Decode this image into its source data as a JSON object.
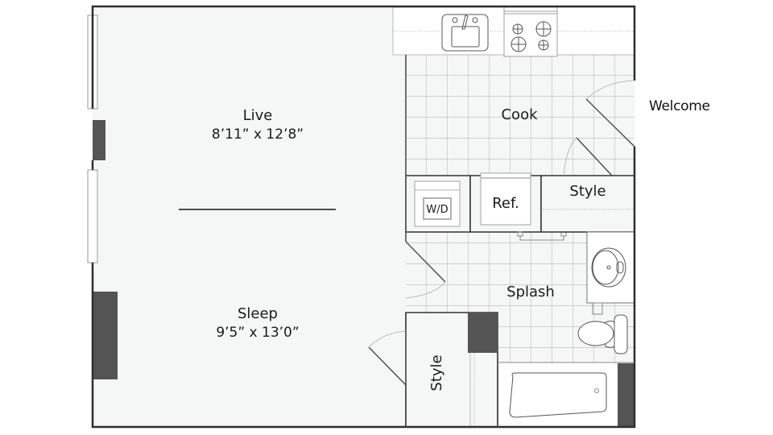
{
  "title": "Welcome",
  "colors": {
    "floor": "#f5f6f6",
    "wall": "#2e2e2e",
    "column": "#545454",
    "grid": "#aaaaaa",
    "fixture": "#4a4a4a",
    "counter": "#ffffff"
  },
  "rooms": {
    "live": {
      "name": "Live",
      "dimensions": "8’11” x 12’8”"
    },
    "sleep": {
      "name": "Sleep",
      "dimensions": "9’5” x 13’0”"
    },
    "cook": {
      "name": "Cook"
    },
    "splash": {
      "name": "Splash"
    },
    "style_top": {
      "name": "Style"
    },
    "style_bottom": {
      "name": "Style"
    }
  },
  "appliances": {
    "washer_dryer": "W/D",
    "refrigerator": "Ref."
  },
  "fixtures": [
    "kitchen-sink",
    "stove",
    "bathroom-sink",
    "toilet",
    "bathtub"
  ]
}
